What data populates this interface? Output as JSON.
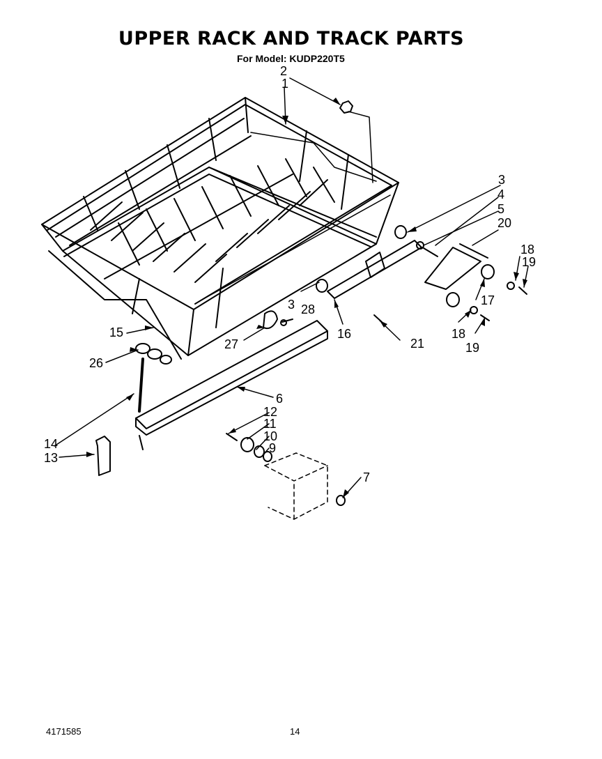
{
  "title": "UPPER RACK AND TRACK PARTS",
  "subtitle": "For Model: KUDP220T5",
  "footer": {
    "doc_number": "4171585",
    "page_number": "14"
  },
  "callouts": [
    "1",
    "2",
    "3",
    "4",
    "5",
    "20",
    "18",
    "19",
    "17",
    "18",
    "19",
    "21",
    "16",
    "3",
    "28",
    "27",
    "15",
    "26",
    "6",
    "12",
    "11",
    "10",
    "9",
    "14",
    "13",
    "7"
  ]
}
